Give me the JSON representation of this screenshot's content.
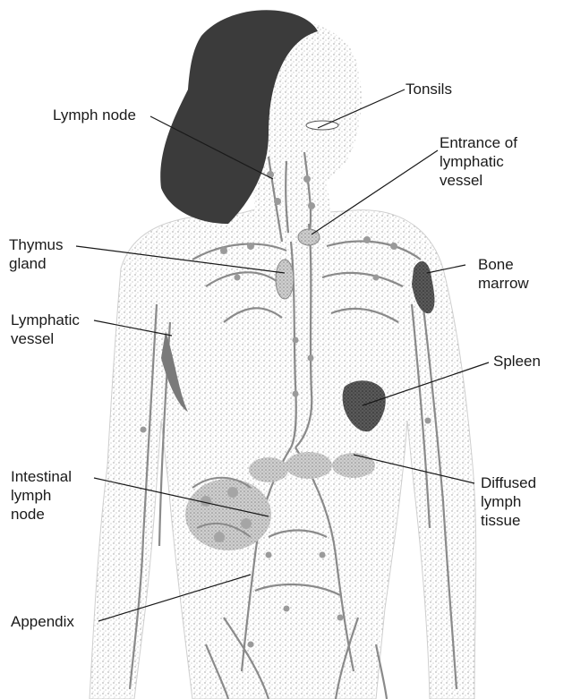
{
  "labels": {
    "lymph_node": [
      "Lymph node"
    ],
    "tonsils": [
      "Tonsils"
    ],
    "entrance_lymphatic_vessel": [
      "Entrance of",
      "lymphatic",
      "vessel"
    ],
    "thymus_gland": [
      "Thymus",
      "gland"
    ],
    "bone_marrow": [
      "Bone",
      "marrow"
    ],
    "lymphatic_vessel": [
      "Lymphatic",
      "vessel"
    ],
    "spleen": [
      "Spleen"
    ],
    "intestinal_lymph_node": [
      "Intestinal",
      "lymph",
      "node"
    ],
    "diffused_lymph_tissue": [
      "Diffused",
      "lymph",
      "tissue"
    ],
    "appendix": [
      "Appendix"
    ]
  },
  "colors": {
    "line": "#1a1a1a",
    "hair": "#3b3b3b",
    "skin_stipple": "#b9b9b9",
    "vessel": "#8a8a8a",
    "organ_dark": "#3a3a3a"
  }
}
